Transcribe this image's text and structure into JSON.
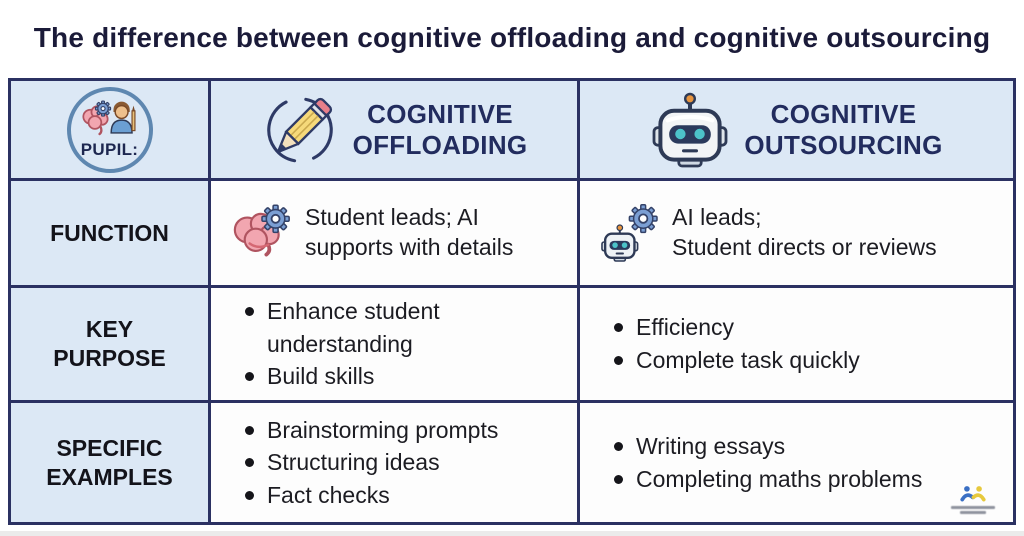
{
  "title": "The difference between cognitive offloading and cognitive outsourcing",
  "header": {
    "pupil_label": "PUPIL:",
    "offloading_line1": "COGNITIVE",
    "offloading_line2": "OFFLOADING",
    "outsourcing_line1": "COGNITIVE",
    "outsourcing_line2": "OUTSOURCING"
  },
  "function_row": {
    "label": "FUNCTION",
    "offloading_line1": "Student leads; AI",
    "offloading_line2": "supports with details",
    "outsourcing_line1": "AI leads;",
    "outsourcing_line2": "Student directs or reviews"
  },
  "purpose_row": {
    "label_line1": "KEY",
    "label_line2": "PURPOSE",
    "offloading": [
      "Enhance student understanding",
      "Build skills"
    ],
    "outsourcing": [
      "Efficiency",
      "Complete task quickly"
    ]
  },
  "examples_row": {
    "label_line1": "SPECIFIC",
    "label_line2": "EXAMPLES",
    "offloading": [
      "Brainstorming prompts",
      "Structuring ideas",
      "Fact checks"
    ],
    "outsourcing": [
      "Writing essays",
      "Completing maths problems"
    ]
  },
  "icons": {
    "corner": "pupil-brain-person-icon",
    "offloading": "pencil-circle-icon",
    "outsourcing": "robot-head-icon",
    "function_offloading": "brain-gear-icon",
    "function_outsourcing": "robot-gear-icon",
    "brand": "two-figures-logo"
  },
  "colors": {
    "border_navy": "#2b3162",
    "cell_light_blue": "#dce8f5",
    "cell_white": "#fdfdfd",
    "header_text": "#222c5e",
    "title_text": "#1b1b39",
    "pupil_ring": "#5e87b0",
    "gear_blue": "#7b9fd4",
    "brain_pink": "#f2a6b0",
    "robot_eye_teal": "#4cc3c9",
    "antenna_orange": "#e8953f",
    "pencil_yellow": "#f6d97a",
    "eraser_pink": "#e87f8a"
  }
}
